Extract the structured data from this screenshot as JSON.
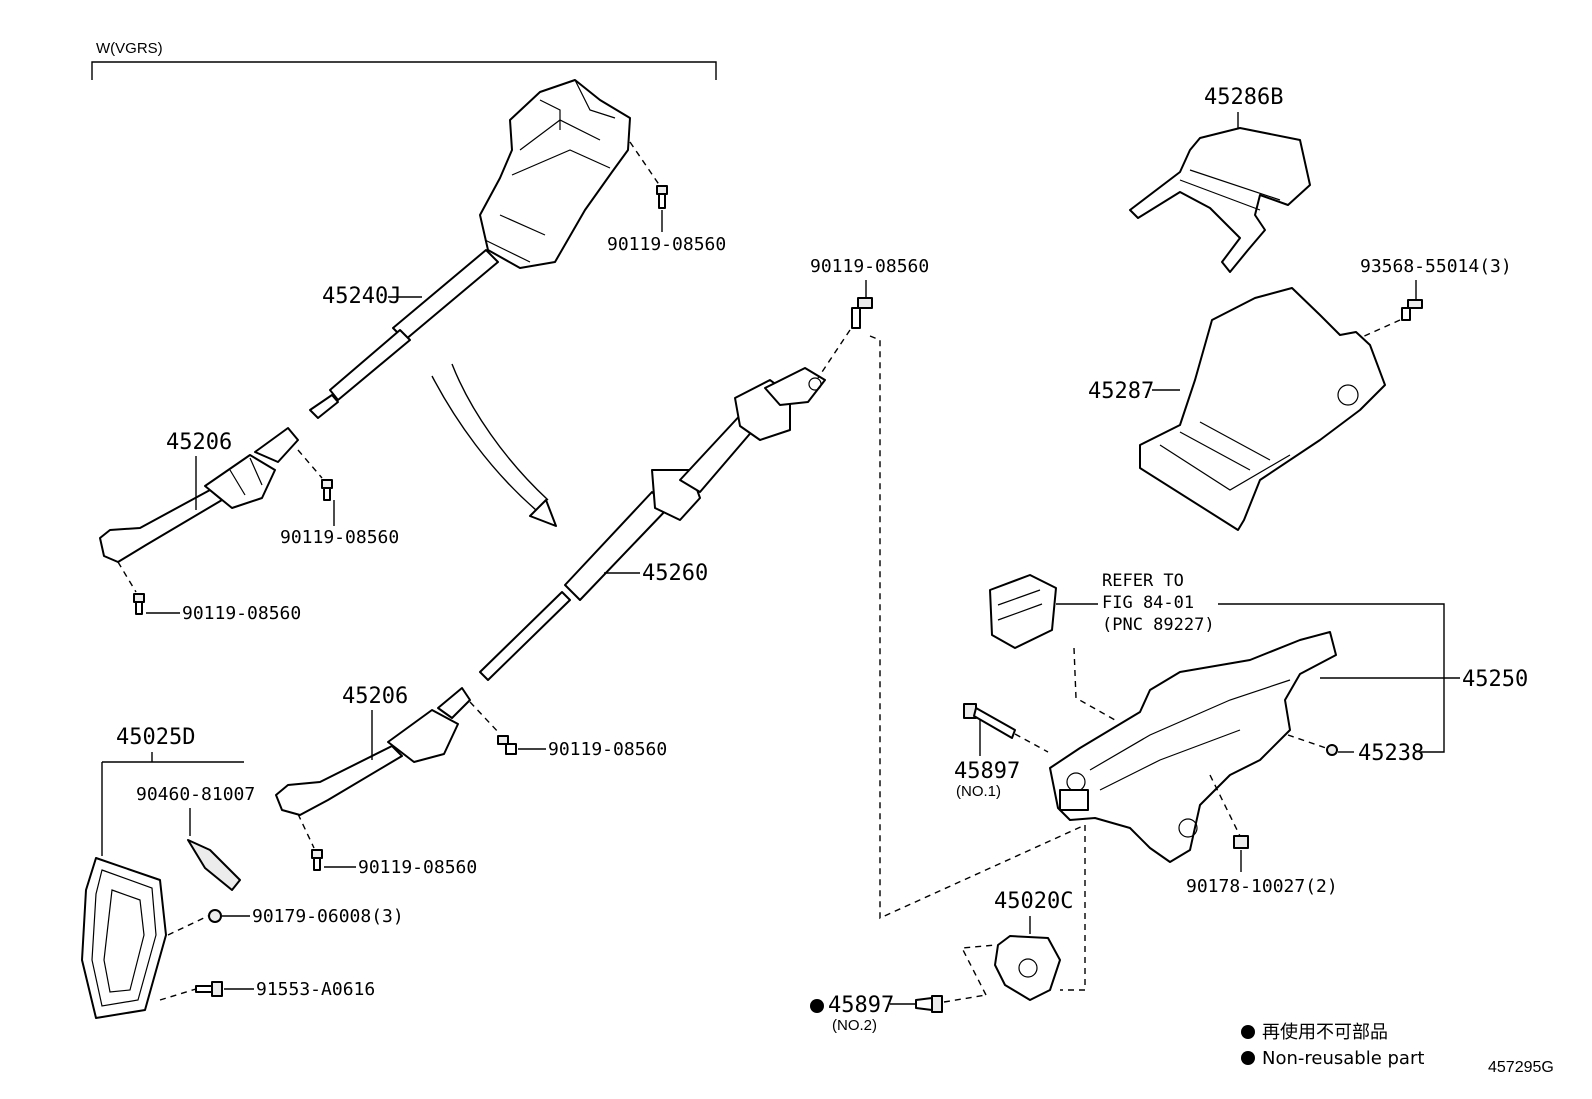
{
  "header": {
    "variant_label": "W(VGRS)"
  },
  "parts": {
    "p45240J": "45240J",
    "bolt_top": "90119-08560",
    "p45206_upper": "45206",
    "bolt_upper_joint": "90119-08560",
    "bolt_upper_joint_low": "90119-08560",
    "bolt_mid_top": "90119-08560",
    "p45260": "45260",
    "p45206_lower": "45206",
    "bolt_lower_joint": "90119-08560",
    "bolt_lower_joint_low": "90119-08560",
    "p45025D": "45025D",
    "p90460": "90460-81007",
    "p90179": "90179-06008(3)",
    "p91553": "91553-A0616",
    "p45286B": "45286B",
    "p93568": "93568-55014(3)",
    "p45287": "45287",
    "refer_line1": "REFER TO",
    "refer_line2": "FIG 84-01",
    "refer_line3": "(PNC 89227)",
    "p45250": "45250",
    "p45238": "45238",
    "p45897_no1": "45897",
    "no1": "(NO.1)",
    "p90178": "90178-10027(2)",
    "p45020C": "45020C",
    "p45897_no2": "45897",
    "no2": "(NO.2)"
  },
  "legend": {
    "jp": "再使用不可部品",
    "en": "Non-reusable part"
  },
  "figure_id": "457295G"
}
